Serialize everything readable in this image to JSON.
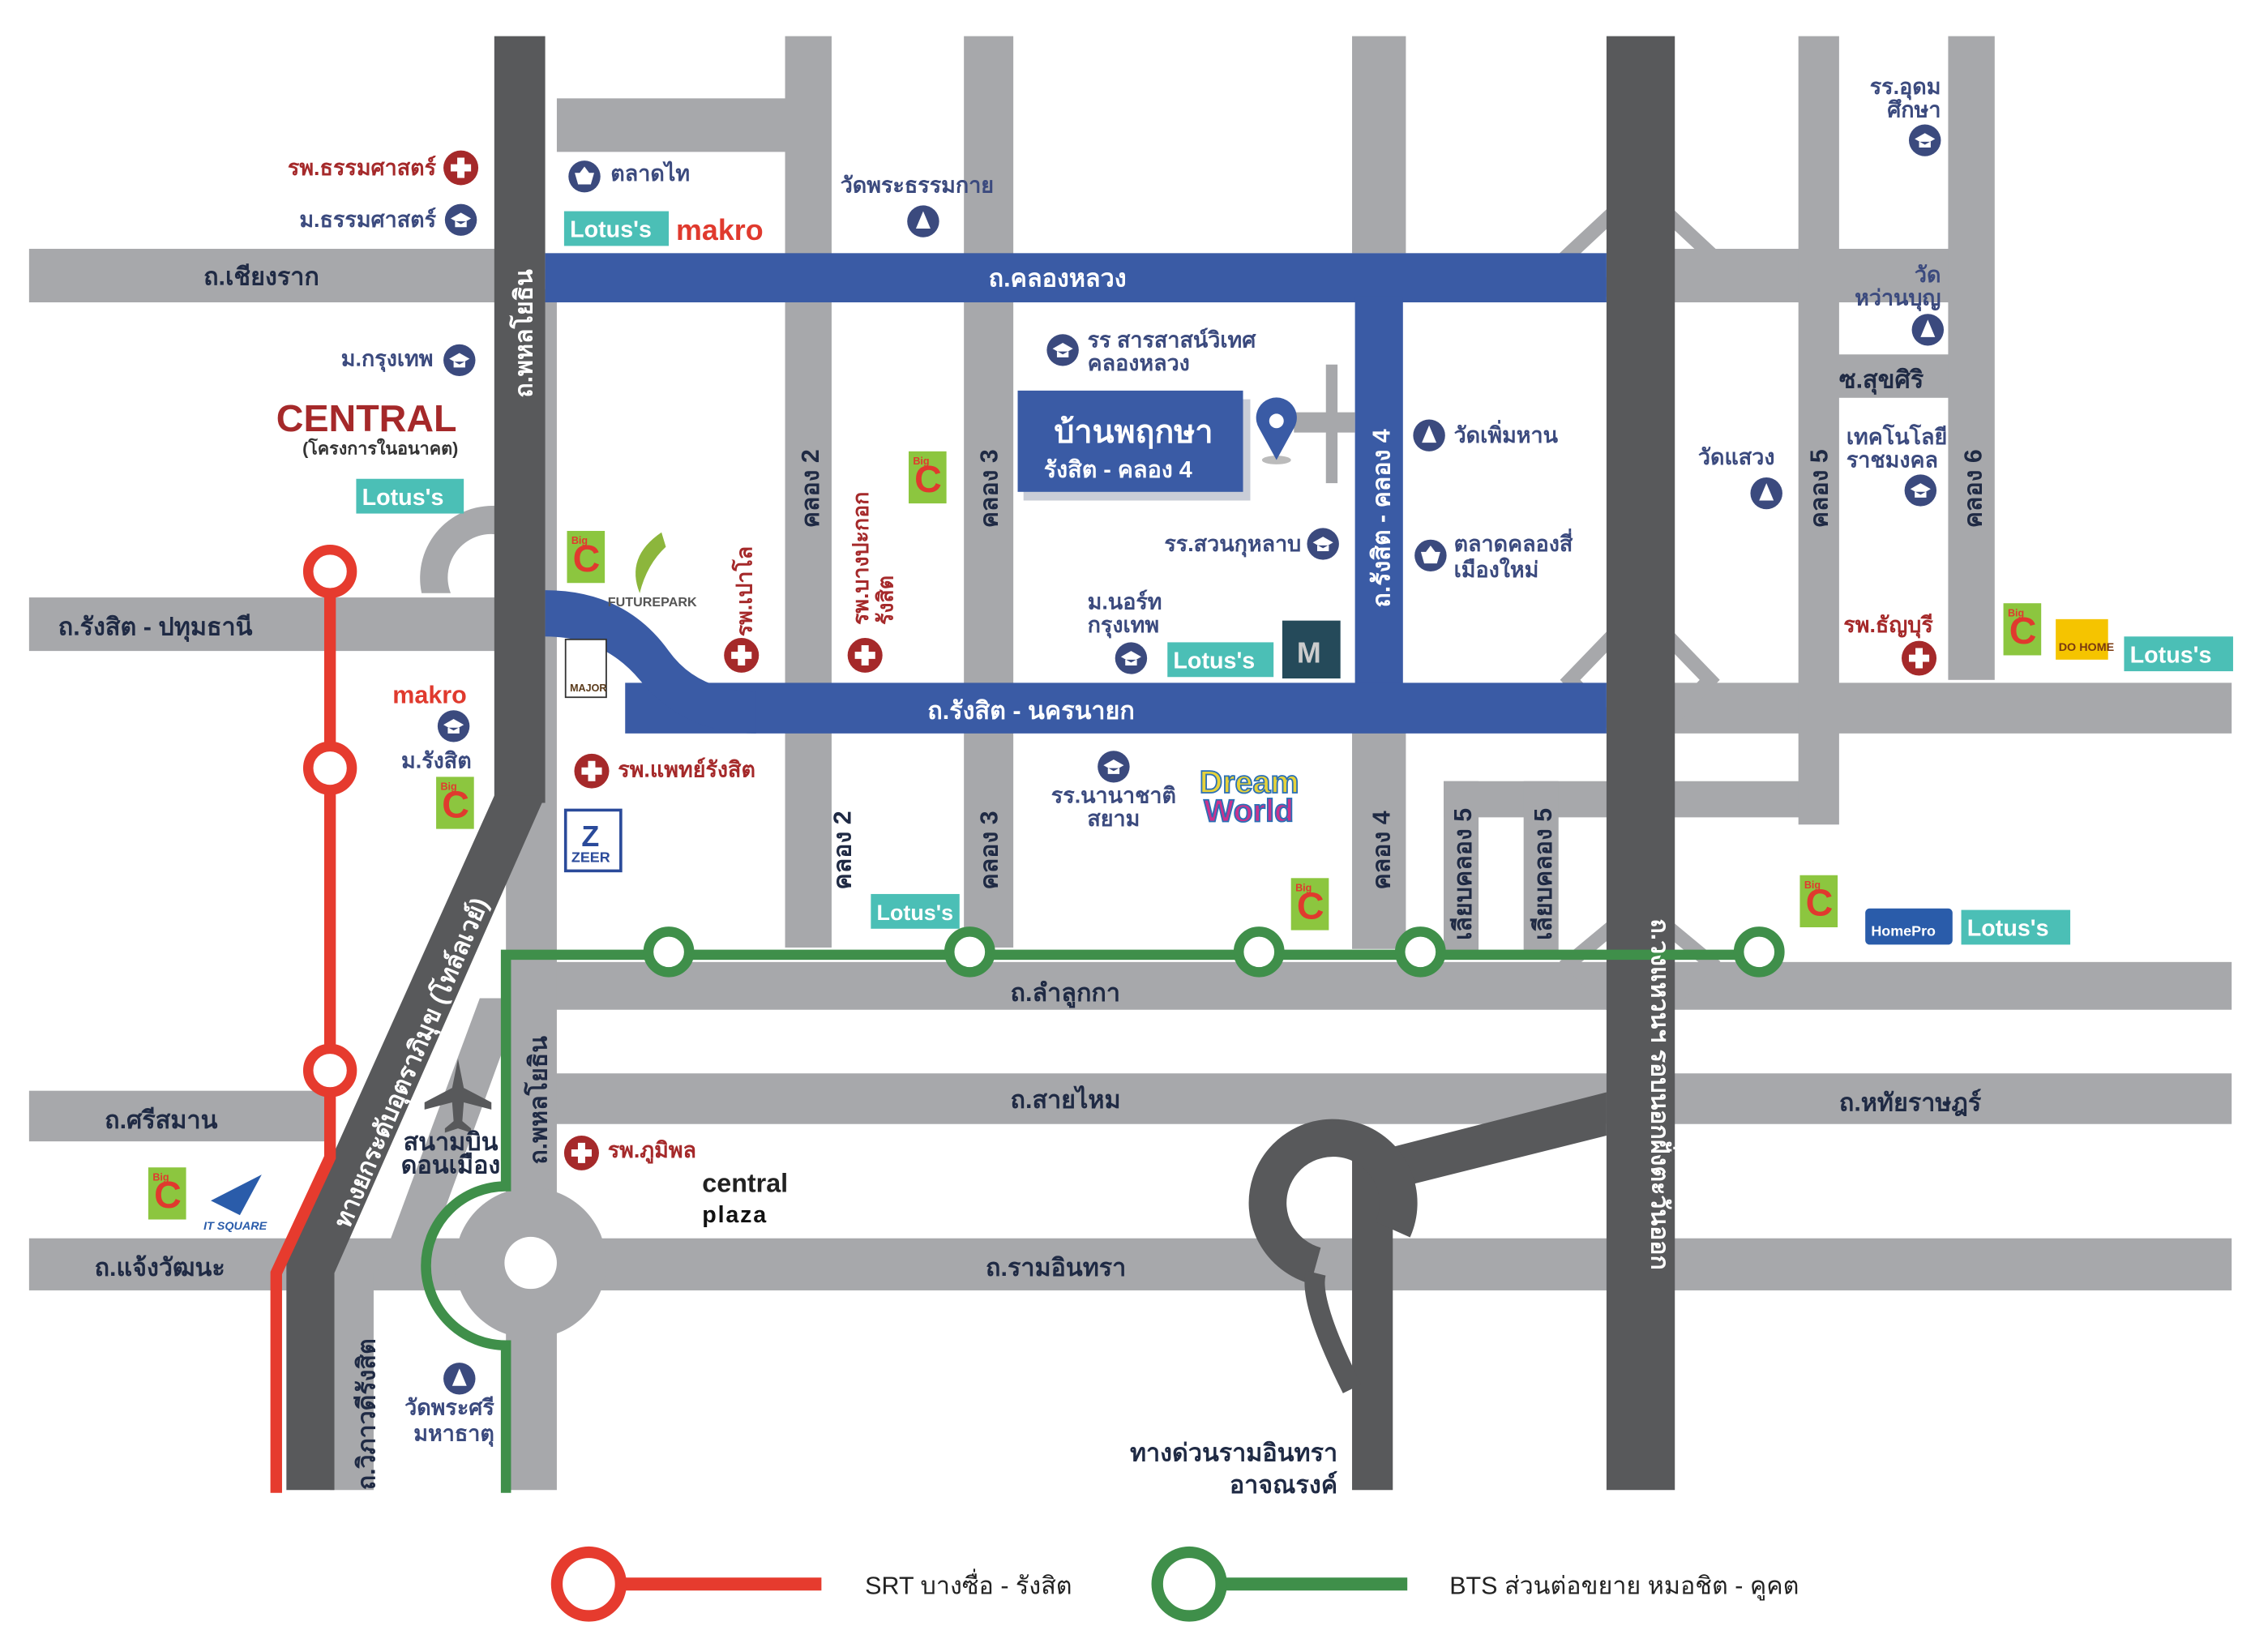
{
  "colors": {
    "road": "#a7a8ab",
    "main_road": "#58595b",
    "project_road": "#3a5ba5",
    "srt_line": "#e63b2e",
    "bts_line": "#3f8f4a",
    "navy": "#3b4a7e",
    "hospital": "#a5292a",
    "lotus": "#4bbfb6"
  },
  "roads": {
    "chiang_rak": "ถ.เชียงราก",
    "khlong_luang": "ถ.คลองหลวง",
    "phahonyothin": "ถ.พหลโยธิน",
    "phahonyothin_lower": "ถ.พหลโยธิน",
    "rangsit_pathum": "ถ.รังสิต - ปทุมธานี",
    "rangsit_nakhon": "ถ.รังสิต - นครนายก",
    "lam_luk_ka": "ถ.ลำลูกกา",
    "sai_mai": "ถ.สายไหม",
    "si_saman": "ถ.ศรีสมาน",
    "chaeng_wattana": "ถ.แจ้งวัฒนะ",
    "ram_intra": "ถ.รามอินทรา",
    "hathairat": "ถ.หทัยราษฎร์",
    "khlong2_n": "คลอง 2",
    "khlong2_s": "คลอง 2",
    "khlong3_n": "คลอง 3",
    "khlong3_s": "คลอง 3",
    "rangsit_k4": "ถ.รังสิต - คลอง 4",
    "khlong4_s": "คลอง 4",
    "khlong5": "คลอง 5",
    "khlong6": "คลอง 6",
    "liap_k5_a": "เลียบคลอง 5",
    "liap_k5_b": "เลียบคลอง 5",
    "suk_siri": "ซ.สุขศิริ",
    "ring_road": "ถ.วงแหวนฯ รอบนอกฝั่งตะวันออก",
    "tollway": "ทางยกระดับอุตราภิมุข (โทล์ลเวย์)",
    "wiphawadi": "ถ.วิภาวดีรังสิต",
    "expressway_1": "ทางด่วนรามอินทรา",
    "expressway_2": "อาจณรงค์"
  },
  "project": {
    "name": "บ้านพฤกษา",
    "subtitle": "รังสิต - คลอง 4"
  },
  "places": {
    "thammasat_hosp": "รพ.ธรรมศาสตร์",
    "thammasat_univ": "ม.ธรรมศาสตร์",
    "talad_thai": "ตลาดไท",
    "wat_dhammakaya": "วัดพระธรรมกาย",
    "bangkok_univ": "ม.กรุงเทพ",
    "central": "CENTRAL",
    "central_note": "(โครงการในอนาคต)",
    "sarasas_1": "รร สารสาสน์วิเทศ",
    "sarasas_2": "คลองหลวง",
    "suankularb": "รร.สวนกุหลาบ",
    "north_bkk_1": "ม.นอร์ท",
    "north_bkk_2": "กรุงเทพ",
    "paolo": "รพ.เปาโล",
    "bang_pakok_1": "รพ.บางปะกอก",
    "bang_pakok_2": "รังสิต",
    "wat_phoem": "วัดเพิ่มหาน",
    "talad_k4_1": "ตลาดคลองสี่",
    "talad_k4_2": "เมืองใหม่",
    "wat_saeng": "วัดแสวง",
    "rmut_1": "เทคโนโลยี",
    "rmut_2": "ราชมงคล",
    "thanyaburi": "รพ.ธัญบุรี",
    "udom_1": "รร.อุดม",
    "udom_2": "ศึกษา",
    "wat_wan_1": "วัด",
    "wat_wan_2": "หว่านบุญ",
    "rangsit_univ": "ม.รังสิต",
    "phaet_rangsit": "รพ.แพทย์รังสิต",
    "nanachat_1": "รร.นานาชาติ",
    "nanachat_2": "สยาม",
    "airport_1": "สนามบิน",
    "airport_2": "ดอนเมือง",
    "bhumibol": "รพ.ภูมิพล",
    "wat_si_1": "วัดพระศรี",
    "wat_si_2": "มหาธาตุ",
    "central_plaza_1": "central",
    "central_plaza_2": "plaza"
  },
  "logos": {
    "lotus": "Lotus's",
    "makro": "makro",
    "bigc": "Big C",
    "future_park": "FUTUREPARK",
    "major": "MAJOR",
    "zeer": "ZEER",
    "dream_world_1": "Dream",
    "dream_world_2": "World",
    "do_home": "DO HOME",
    "homepro": "HomePro",
    "it_square": "IT SQUARE",
    "market_village": "M"
  },
  "legend": {
    "srt": "SRT บางซื่อ - รังสิต",
    "bts": "BTS ส่วนต่อขยาย หมอชิต - คูคต"
  }
}
